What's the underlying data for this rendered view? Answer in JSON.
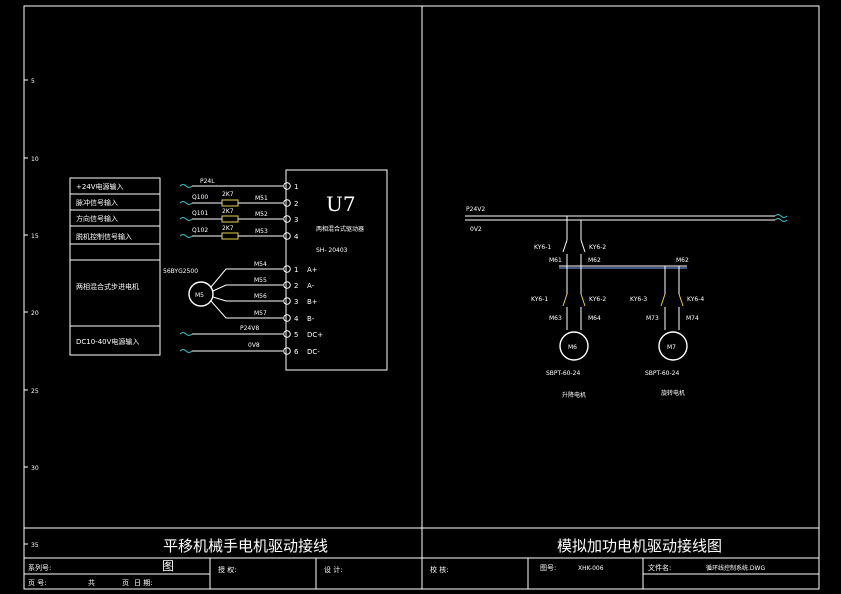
{
  "ruler": {
    "marks": [
      "5",
      "10",
      "15",
      "20",
      "25",
      "30",
      "35"
    ]
  },
  "left": {
    "labels": [
      "+24V电源输入",
      "脉冲信号输入",
      "方向信号输入",
      "脱机控制信号输入",
      "两相混合式步进电机",
      "DC10-40V电源输入"
    ],
    "u7": {
      "title": "U7",
      "desc": "两相混合式驱动器",
      "model": "SH- 20403"
    },
    "pins": [
      {
        "n": "1",
        "s": ""
      },
      {
        "n": "2",
        "s": ""
      },
      {
        "n": "3",
        "s": ""
      },
      {
        "n": "4",
        "s": ""
      },
      {
        "n": "1",
        "s": "A+"
      },
      {
        "n": "2",
        "s": "A-"
      },
      {
        "n": "3",
        "s": "B+"
      },
      {
        "n": "4",
        "s": "B-"
      },
      {
        "n": "5",
        "s": "DC+"
      },
      {
        "n": "6",
        "s": "DC-"
      }
    ],
    "wires": {
      "p24l": "P24L",
      "q": [
        "Q100",
        "Q101",
        "Q102"
      ],
      "r": [
        "2K7",
        "2K7",
        "2K7"
      ],
      "m": [
        "M51",
        "M52",
        "M53"
      ],
      "mot": [
        "M54",
        "M55",
        "M56",
        "M57"
      ],
      "p24v8": "P24V8",
      "ov8": "0V8"
    },
    "motor": {
      "model": "56BYG2500",
      "name": "M5"
    }
  },
  "right": {
    "rail_top": "P24V2",
    "rail_bot": "0V2",
    "kyg": [
      "KY6-1",
      "KY6-2",
      "KY6-1",
      "KY6-2",
      "KY6-3",
      "KY6-4"
    ],
    "m_top": [
      "M61",
      "M62",
      "M62"
    ],
    "m_mid": [
      "M63",
      "M64",
      "M73",
      "M74"
    ],
    "motors": [
      {
        "name": "M6",
        "model": "SBPT-60-24",
        "label": "升降电机"
      },
      {
        "name": "M7",
        "model": "SBPT-60-24",
        "label": "旋转电机"
      }
    ]
  },
  "title_block": {
    "left_title": "平移机械手电机驱动接线",
    "right_title": "模拟加功电机驱动接线图",
    "series_label": "系列号:",
    "series_value": "图",
    "page_label": "页    号:",
    "total_label": "共",
    "sheet_label": "页",
    "date_label": "日    期:",
    "approve_label": "授    权:",
    "design_label": "设    计:",
    "check_label": "校    核:",
    "drawing_no_label": "图号:",
    "drawing_no_value": "XHK-006",
    "file_label": "文件名:",
    "file_value": "循环线控制系统.DWG"
  }
}
